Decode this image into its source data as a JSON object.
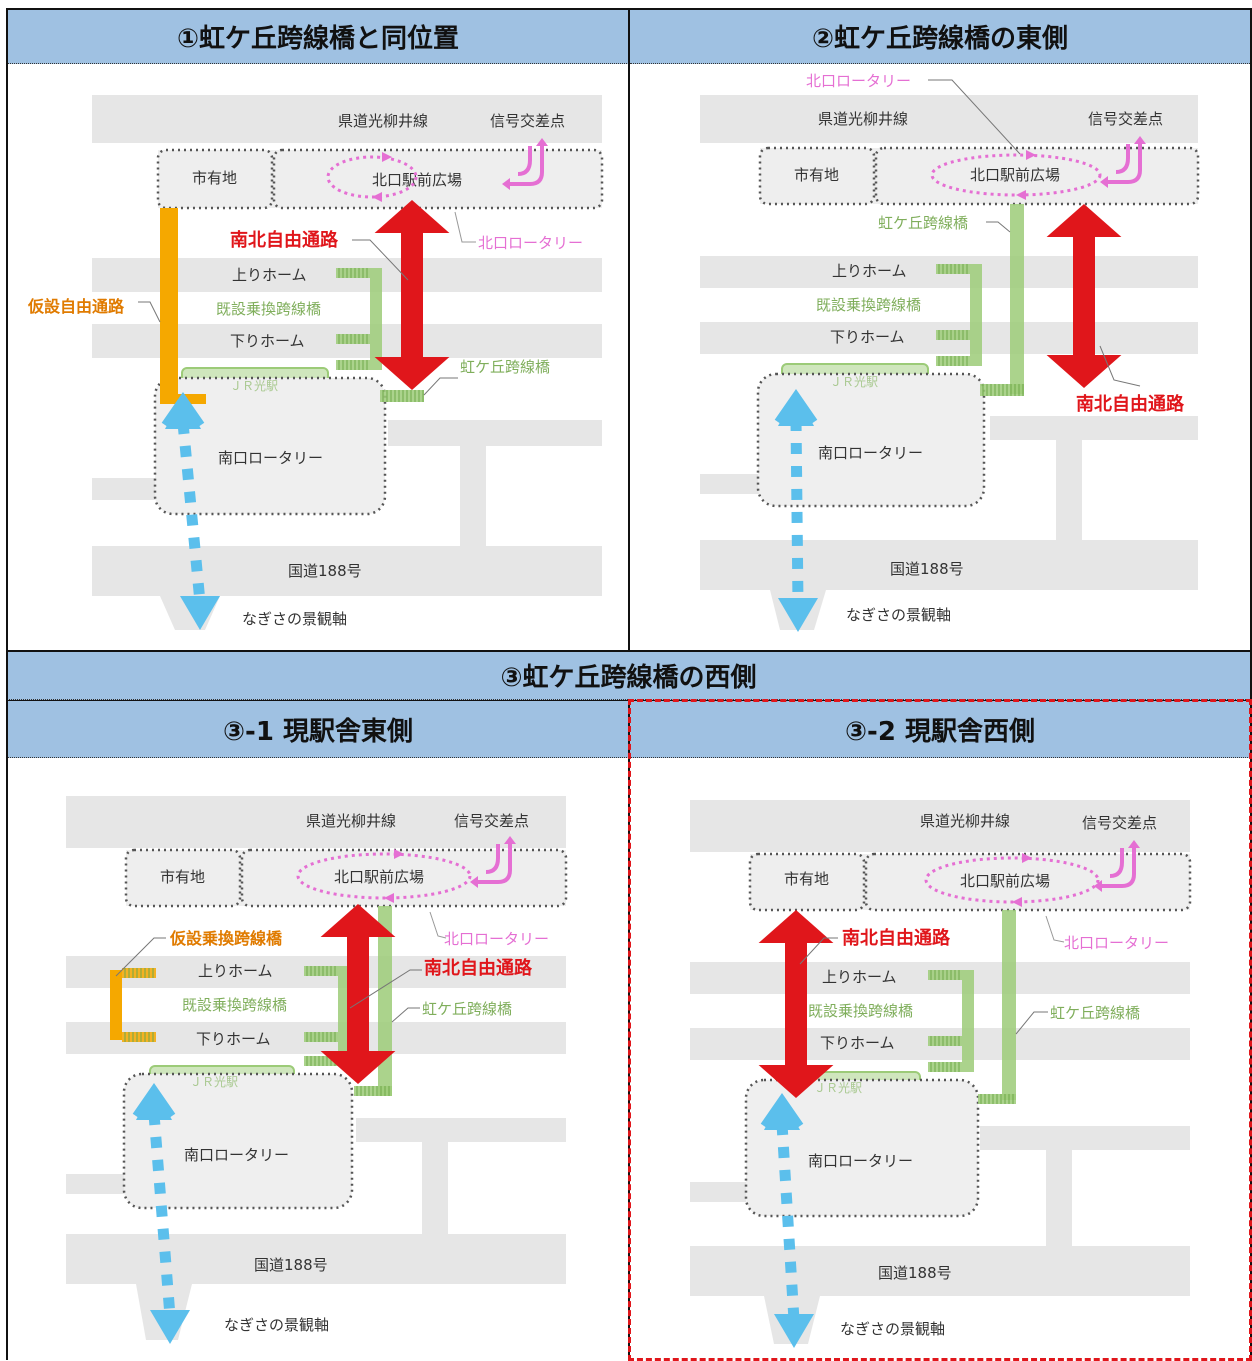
{
  "headers": {
    "p1": "①虹ケ丘跨線橋と同位置",
    "p2": "②虹ケ丘跨線橋の東側",
    "p3": "③虹ケ丘跨線橋の西側",
    "p31": "③-1 現駅舎東側",
    "p32": "③-2 現駅舎西側"
  },
  "labels": {
    "prefectural_road": "県道光柳井線",
    "signal": "信号交差点",
    "city_land": "市有地",
    "north_plaza": "北口駅前広場",
    "north_rotary": "北口ロータリー",
    "free_passage": "南北自由通路",
    "up_platform": "上りホーム",
    "down_platform": "下りホーム",
    "existing_bridge": "既設乗換跨線橋",
    "niji_bridge": "虹ケ丘跨線橋",
    "temp_passage": "仮設自由通路",
    "temp_bridge": "仮設乗換跨線橋",
    "jr_station": "ＪＲ光駅",
    "south_rotary": "南口ロータリー",
    "national_road": "国道188号",
    "nagisa_axis": "なぎさの景観軸"
  },
  "colors": {
    "header_bg": "#9fc1e2",
    "red": "#e0161b",
    "pink": "#e56fd3",
    "green": "#9ccb78",
    "orange": "#f5a800",
    "blue": "#5bbfec",
    "road": "#e6e6e6"
  }
}
